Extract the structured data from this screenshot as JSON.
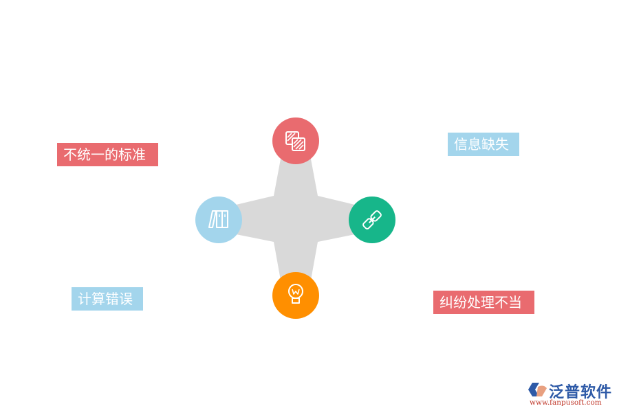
{
  "diagram": {
    "center_shape": {
      "color": "#D9D9D9"
    },
    "nodes": [
      {
        "id": "top",
        "icon": "layers-striped-icon",
        "color": "#E96B6F"
      },
      {
        "id": "left",
        "icon": "books-icon",
        "color": "#A3D5EC"
      },
      {
        "id": "right",
        "icon": "link-icon",
        "color": "#17B68A"
      },
      {
        "id": "bottom",
        "icon": "lightbulb-icon",
        "color": "#FF8F00"
      }
    ],
    "labels": {
      "top_left": {
        "text": "不统一的标准",
        "color": "#E96B6F"
      },
      "top_right": {
        "text": "信息缺失",
        "color": "#A3D5EC"
      },
      "bottom_left": {
        "text": "计算错误",
        "color": "#A3D5EC"
      },
      "bottom_right": {
        "text": "纠纷处理不当",
        "color": "#E96B6F"
      }
    }
  },
  "logo": {
    "title": "泛普软件",
    "url": "www.fanpusoft.com"
  }
}
